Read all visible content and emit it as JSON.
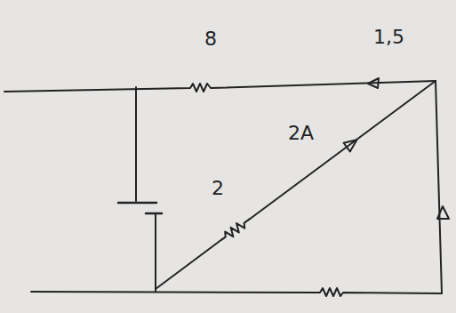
{
  "diagram": {
    "labels": [
      "8",
      "1,5",
      "2A",
      "2"
    ]
  }
}
